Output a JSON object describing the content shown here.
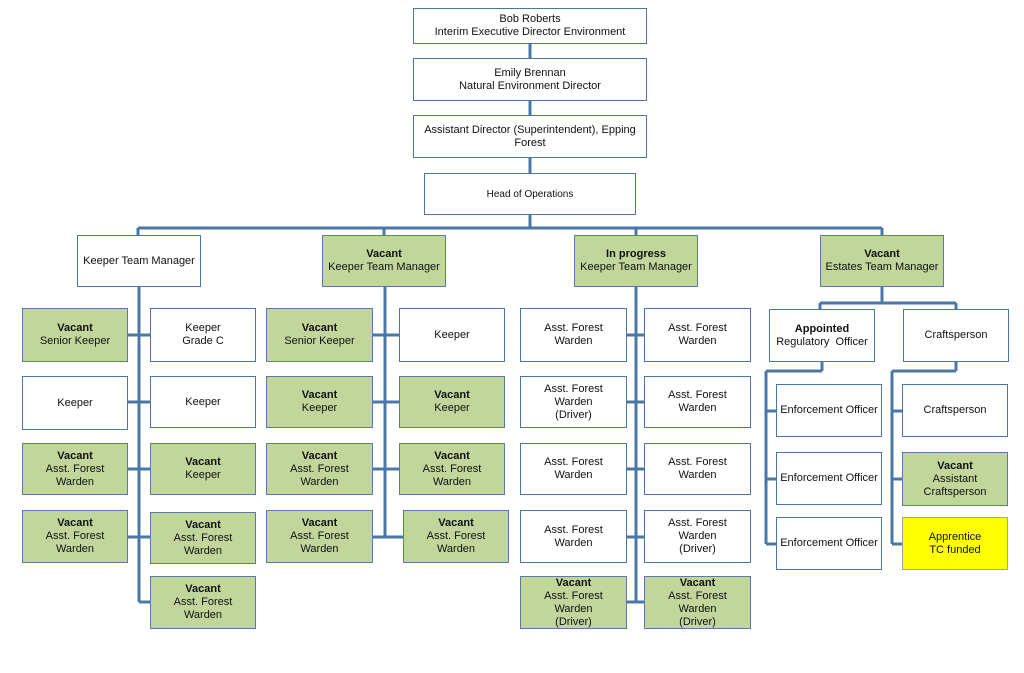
{
  "nodes": {
    "bob": {
      "line1": "Bob Roberts",
      "line2": "Interim Executive Director Environment"
    },
    "emily": {
      "line1": "Emily Brennan",
      "line2": "Natural Environment Director"
    },
    "ad": {
      "line1": "Assistant Director (Superintendent), Epping Forest"
    },
    "hoo": {
      "line1": "Head of Operations"
    },
    "ktm1": {
      "line1": "Keeper Team Manager"
    },
    "ktm2": {
      "status": "Vacant",
      "line1": "Keeper Team Manager"
    },
    "ktm3": {
      "status": "In progress",
      "line1": "Keeper Team Manager"
    },
    "etm": {
      "status": "Vacant",
      "line1": "Estates Team Manager"
    },
    "c1_l1": {
      "status": "Vacant",
      "line1": "Senior Keeper"
    },
    "c1_r1": {
      "line1": "Keeper",
      "line2": "Grade C"
    },
    "c1_l2": {
      "line1": "Keeper"
    },
    "c1_r2": {
      "line1": "Keeper"
    },
    "c1_l3": {
      "status": "Vacant",
      "line1": "Asst. Forest Warden"
    },
    "c1_r3": {
      "status": "Vacant",
      "line1": "Keeper"
    },
    "c1_l4": {
      "status": "Vacant",
      "line1": "Asst. Forest Warden"
    },
    "c1_r4": {
      "status": "Vacant",
      "line1": "Asst. Forest Warden"
    },
    "c1_r5": {
      "status": "Vacant",
      "line1": "Asst. Forest Warden"
    },
    "c2_l1": {
      "status": "Vacant",
      "line1": "Senior Keeper"
    },
    "c2_r1": {
      "line1": "Keeper"
    },
    "c2_l2": {
      "status": "Vacant",
      "line1": "Keeper"
    },
    "c2_r2": {
      "status": "Vacant",
      "line1": "Keeper"
    },
    "c2_l3": {
      "status": "Vacant",
      "line1": "Asst. Forest Warden"
    },
    "c2_r3": {
      "status": "Vacant",
      "line1": "Asst. Forest Warden"
    },
    "c2_l4": {
      "status": "Vacant",
      "line1": "Asst. Forest Warden"
    },
    "c2_r4": {
      "status": "Vacant",
      "line1": "Asst. Forest Warden"
    },
    "c3_l1": {
      "line1": "Asst. Forest Warden"
    },
    "c3_r1": {
      "line1": "Asst. Forest Warden"
    },
    "c3_l2": {
      "line1": "Asst. Forest Warden",
      "line2": "(Driver)"
    },
    "c3_r2": {
      "line1": "Asst. Forest Warden"
    },
    "c3_l3": {
      "line1": "Asst. Forest Warden"
    },
    "c3_r3": {
      "line1": "Asst. Forest Warden"
    },
    "c3_l4": {
      "line1": "Asst. Forest Warden"
    },
    "c3_r4": {
      "line1": "Asst. Forest Warden",
      "line2": "(Driver)"
    },
    "c3_l5": {
      "status": "Vacant",
      "line1": "Asst. Forest Warden",
      "line2": "(Driver)"
    },
    "c3_r5": {
      "status": "Vacant",
      "line1": "Asst. Forest Warden",
      "line2": "(Driver)"
    },
    "reg": {
      "status": "Appointed",
      "line1": "Regulatory  Officer"
    },
    "craft": {
      "line1": "Craftsperson"
    },
    "enf1": {
      "line1": "Enforcement Officer"
    },
    "enf2": {
      "line1": "Enforcement Officer"
    },
    "enf3": {
      "line1": "Enforcement Officer"
    },
    "craft2": {
      "line1": "Craftsperson"
    },
    "acraft": {
      "status": "Vacant",
      "line1": "Assistant Craftsperson"
    },
    "appr": {
      "line1": "Apprentice",
      "line2": "TC funded"
    }
  },
  "colors": {
    "line": "#4a77a8",
    "vacant_fill": "#c2d69b",
    "apprentice_fill": "#ffff00"
  }
}
